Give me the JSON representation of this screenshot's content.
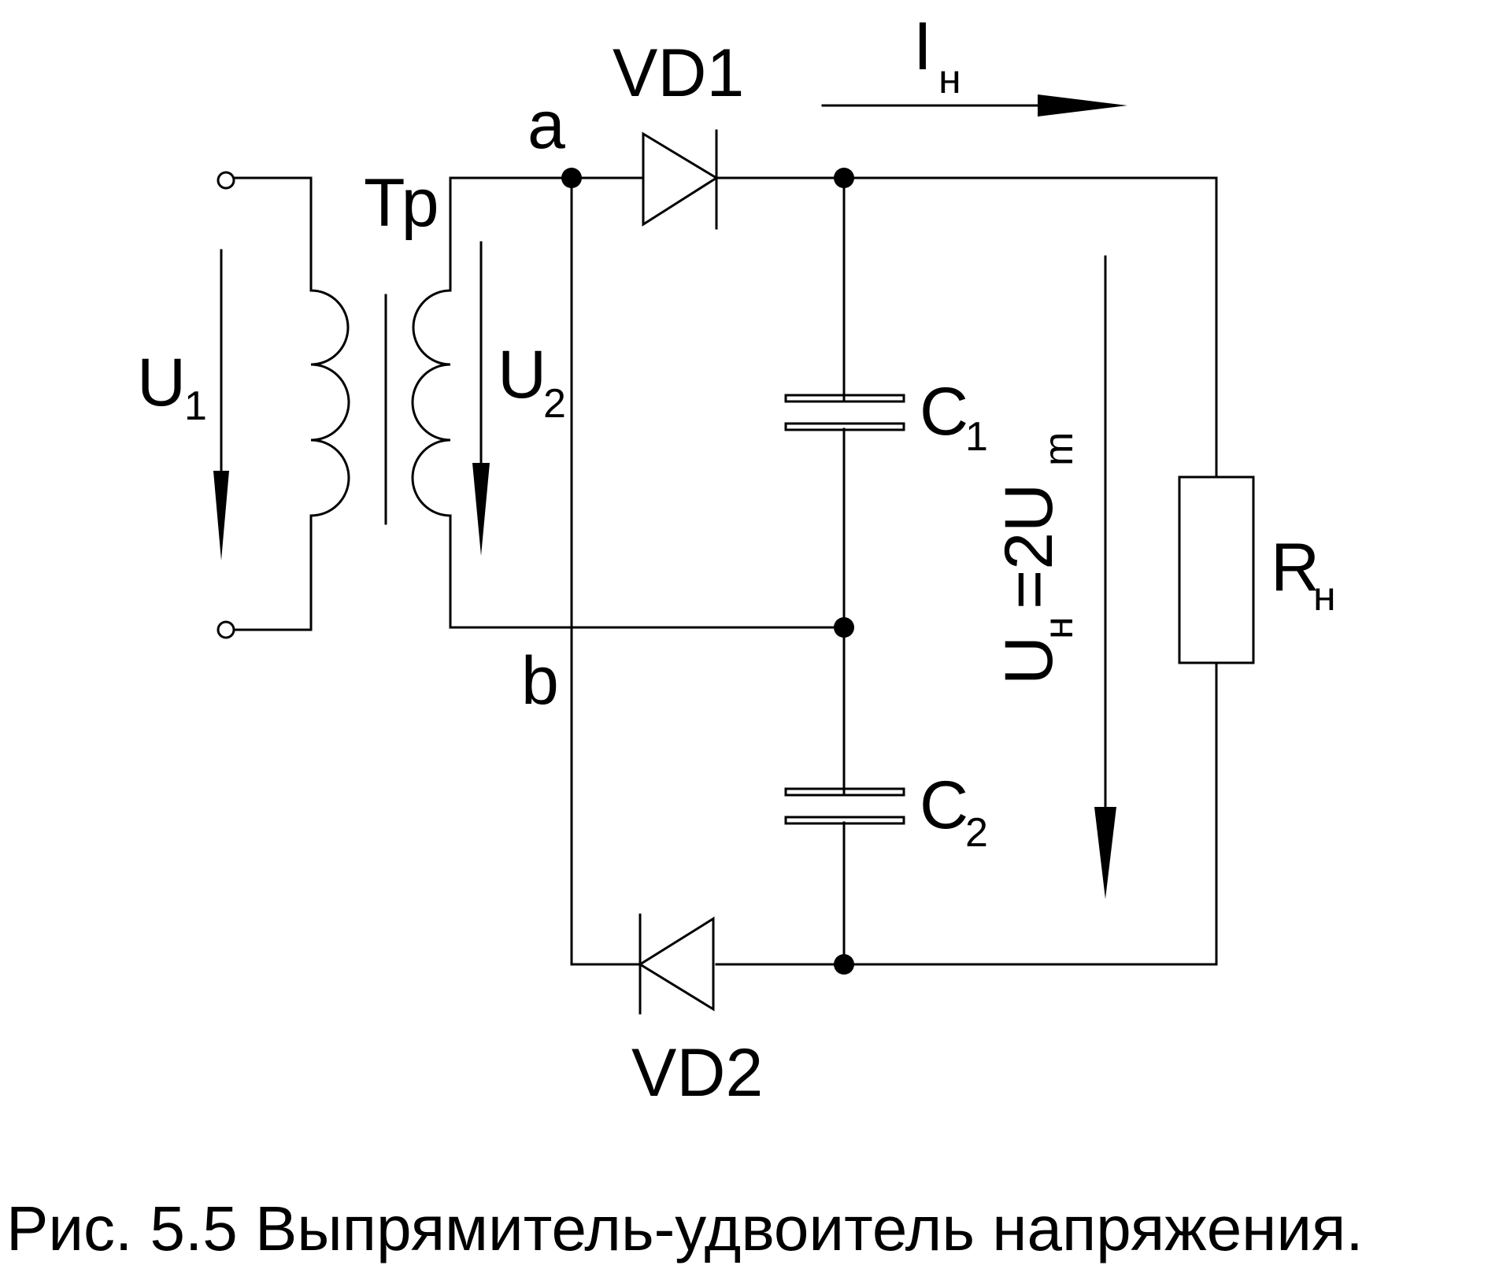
{
  "labels": {
    "transformer": "Тр",
    "node_a": "a",
    "node_b": "b",
    "diode1": "VD1",
    "diode2": "VD2",
    "current": "I",
    "current_sub": "н",
    "u1": "U",
    "u1_sub": "1",
    "u2": "U",
    "u2_sub": "2",
    "c1": "C",
    "c1_sub": "1",
    "c2": "C",
    "c2_sub": "2",
    "load": "R",
    "load_sub": "н",
    "out_u": "U",
    "out_u_sub": "н",
    "out_eq": "=2U",
    "out_eq_sub": "m"
  },
  "caption": "Рис. 5.5 Выпрямитель-удвоитель напряжения."
}
